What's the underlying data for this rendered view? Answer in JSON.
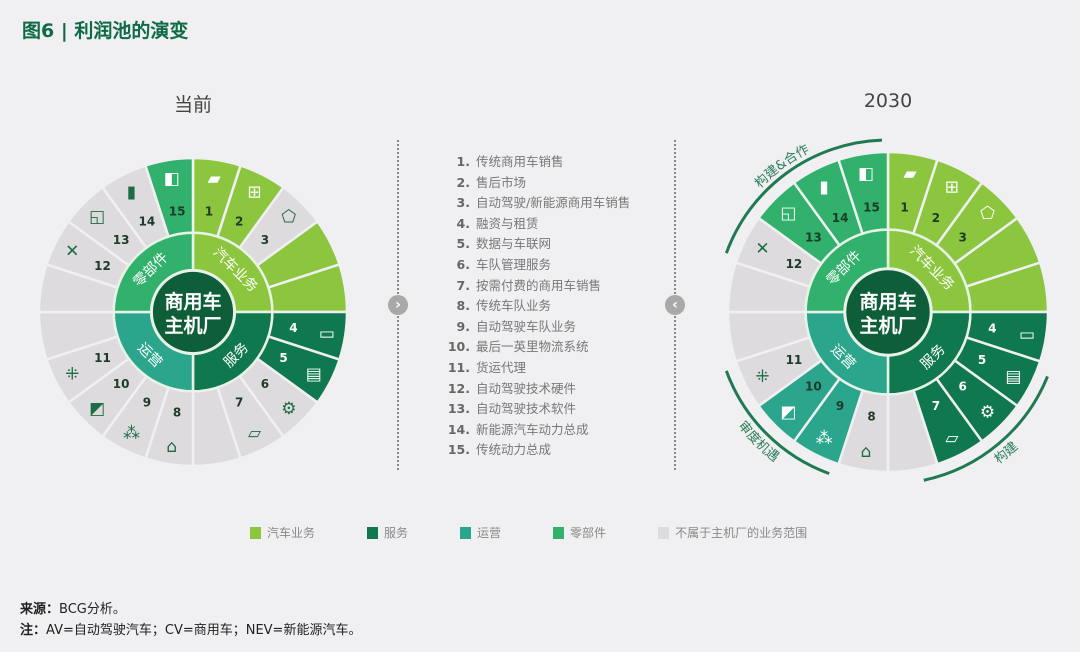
{
  "title": "图6 | 利润池的演变",
  "colors": {
    "auto": "#8cc63f",
    "service": "#10784f",
    "operations": "#2ba68c",
    "parts": "#31b16c",
    "outside": "#dddbde",
    "center": "#0f5e3a",
    "title": "#0e6b46"
  },
  "center_label": [
    "商用车",
    "主机厂"
  ],
  "inner_ring": [
    {
      "key": "auto",
      "label": "汽车业务"
    },
    {
      "key": "service",
      "label": "服务"
    },
    {
      "key": "operations",
      "label": "运营"
    },
    {
      "key": "parts",
      "label": "零部件"
    }
  ],
  "wheels": [
    {
      "id": "left",
      "title": "当前",
      "segments": [
        {
          "num": "1",
          "icon": "truck-icon",
          "color": "auto"
        },
        {
          "num": "2",
          "icon": "cart-icon",
          "color": "auto"
        },
        {
          "num": "3",
          "icon": "tag-icon",
          "color": "outside"
        },
        {
          "num": "",
          "icon": "",
          "color": "auto"
        },
        {
          "num": "",
          "icon": "",
          "color": "auto"
        },
        {
          "num": "4",
          "icon": "money-icon",
          "color": "service"
        },
        {
          "num": "5",
          "icon": "database-icon",
          "color": "service"
        },
        {
          "num": "6",
          "icon": "gears-icon",
          "color": "outside"
        },
        {
          "num": "7",
          "icon": "card-payment-icon",
          "color": "outside"
        },
        {
          "num": "",
          "icon": "",
          "color": "outside"
        },
        {
          "num": "8",
          "icon": "map-pin-icon",
          "color": "outside"
        },
        {
          "num": "9",
          "icon": "circuit-icon",
          "color": "outside"
        },
        {
          "num": "10",
          "icon": "package-hand-icon",
          "color": "outside"
        },
        {
          "num": "11",
          "icon": "network-icon",
          "color": "outside"
        },
        {
          "num": "",
          "icon": "",
          "color": "outside"
        },
        {
          "num": "",
          "icon": "",
          "color": "outside"
        },
        {
          "num": "12",
          "icon": "tools-icon",
          "color": "outside"
        },
        {
          "num": "13",
          "icon": "touchscreen-icon",
          "color": "outside"
        },
        {
          "num": "14",
          "icon": "battery-icon",
          "color": "outside"
        },
        {
          "num": "15",
          "icon": "engine-icon",
          "color": "parts"
        }
      ]
    },
    {
      "id": "right",
      "title": "2030",
      "segments": [
        {
          "num": "1",
          "icon": "truck-icon",
          "color": "auto"
        },
        {
          "num": "2",
          "icon": "cart-icon",
          "color": "auto"
        },
        {
          "num": "3",
          "icon": "tag-icon",
          "color": "auto"
        },
        {
          "num": "",
          "icon": "",
          "color": "auto"
        },
        {
          "num": "",
          "icon": "",
          "color": "auto"
        },
        {
          "num": "4",
          "icon": "money-icon",
          "color": "service"
        },
        {
          "num": "5",
          "icon": "database-icon",
          "color": "service"
        },
        {
          "num": "6",
          "icon": "gears-icon",
          "color": "service"
        },
        {
          "num": "7",
          "icon": "card-payment-icon",
          "color": "service"
        },
        {
          "num": "",
          "icon": "",
          "color": "outside"
        },
        {
          "num": "8",
          "icon": "map-pin-icon",
          "color": "outside"
        },
        {
          "num": "9",
          "icon": "circuit-icon",
          "color": "operations"
        },
        {
          "num": "10",
          "icon": "package-hand-icon",
          "color": "operations"
        },
        {
          "num": "11",
          "icon": "network-icon",
          "color": "outside"
        },
        {
          "num": "",
          "icon": "",
          "color": "outside"
        },
        {
          "num": "",
          "icon": "",
          "color": "outside"
        },
        {
          "num": "12",
          "icon": "tools-icon",
          "color": "outside"
        },
        {
          "num": "13",
          "icon": "touchscreen-icon",
          "color": "parts"
        },
        {
          "num": "14",
          "icon": "battery-icon",
          "color": "parts"
        },
        {
          "num": "15",
          "icon": "engine-icon",
          "color": "parts"
        }
      ],
      "arcs": [
        {
          "label": "构建&合作"
        },
        {
          "label": "审度机遇"
        },
        {
          "label": "构建"
        }
      ]
    }
  ],
  "list": [
    {
      "num": "1.",
      "text": "传统商用车销售"
    },
    {
      "num": "2.",
      "text": "售后市场"
    },
    {
      "num": "3.",
      "text": "自动驾驶/新能源商用车销售"
    },
    {
      "num": "4.",
      "text": "融资与租赁"
    },
    {
      "num": "5.",
      "text": "数据与车联网"
    },
    {
      "num": "6.",
      "text": "车队管理服务"
    },
    {
      "num": "7.",
      "text": "按需付费的商用车销售"
    },
    {
      "num": "8.",
      "text": "传统车队业务"
    },
    {
      "num": "9.",
      "text": "自动驾驶车队业务"
    },
    {
      "num": "10.",
      "text": "最后一英里物流系统"
    },
    {
      "num": "11.",
      "text": "货运代理"
    },
    {
      "num": "12.",
      "text": "自动驾驶技术硬件"
    },
    {
      "num": "13.",
      "text": "自动驾驶技术软件"
    },
    {
      "num": "14.",
      "text": "新能源汽车动力总成"
    },
    {
      "num": "15.",
      "text": "传统动力总成"
    }
  ],
  "nav": {
    "next": "›",
    "prev": "‹"
  },
  "legend": [
    {
      "key": "auto",
      "label": "汽车业务"
    },
    {
      "key": "service",
      "label": "服务"
    },
    {
      "key": "operations",
      "label": "运营"
    },
    {
      "key": "parts",
      "label": "零部件"
    },
    {
      "key": "outside",
      "label": "不属于主机厂的业务范围"
    }
  ],
  "footer": {
    "source_label": "来源：",
    "source_text": "BCG分析。",
    "note_label": "注：",
    "note_text": "AV=自动驾驶汽车；CV=商用车；NEV=新能源汽车。"
  }
}
